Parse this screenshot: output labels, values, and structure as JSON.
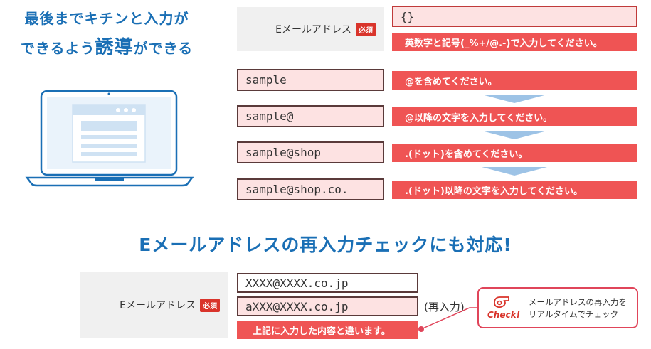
{
  "headline": {
    "line1": "最後までキチンと入力が",
    "line2_pre": "できるよう",
    "line2_big": "誘導",
    "line2_post": "ができる"
  },
  "top_form": {
    "label": "Eメールアドレス",
    "required": "必須",
    "value": "{}",
    "error": "英数字と記号(_%+/@.-)で入力してください。"
  },
  "steps": [
    {
      "value": "sample",
      "hint": "@を含めてください。"
    },
    {
      "value": "sample@",
      "hint": "@以降の文字を入力してください。"
    },
    {
      "value": "sample@shop",
      "hint": ".(ドット)を含めてください。"
    },
    {
      "value": "sample@shop.co.",
      "hint": ".(ドット)以降の文字を入力してください。"
    }
  ],
  "subhead": "Eメールアドレスの再入力チェックにも対応!",
  "bottom_form": {
    "label": "Eメールアドレス",
    "required": "必須",
    "value1": "XXXX@XXXX.co.jp",
    "value2": "aXXX@XXXX.co.jp",
    "reinput_note": "(再入力)",
    "error": "上記に入力した内容と違います。"
  },
  "check": {
    "label": "Check!",
    "text_line1": "メールアドレスの再入力を",
    "text_line2": "リアルタイムでチェック"
  },
  "colors": {
    "accent_blue": "#1a6fb5",
    "error_red": "#ef5454",
    "field_pink": "#fde2e2",
    "arrow_blue": "#9dc3e6"
  }
}
